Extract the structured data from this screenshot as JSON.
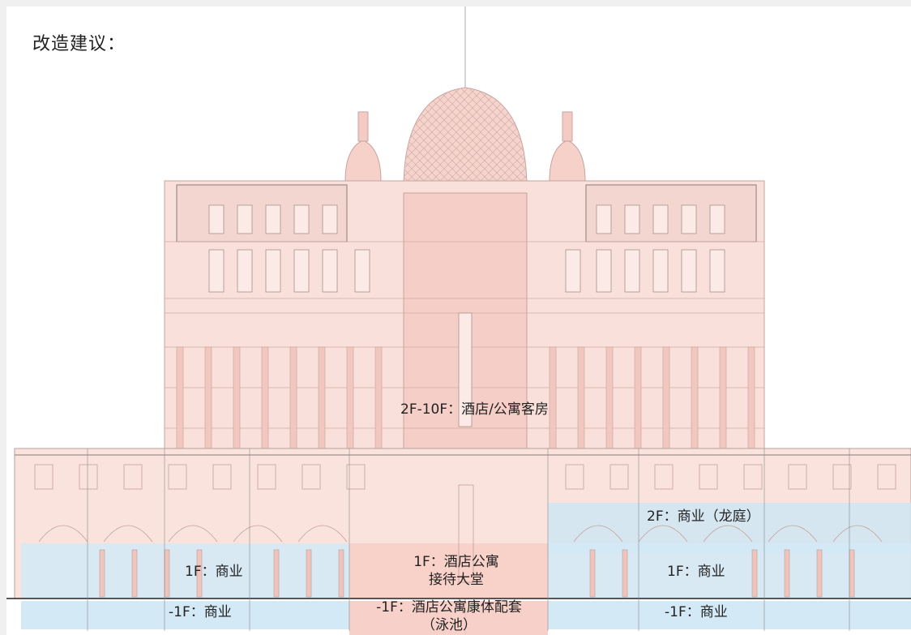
{
  "slide": {
    "title": "改造建议："
  },
  "zones": {
    "upper_floors": "2F-10F：酒店/公寓客房",
    "second_floor_right": "2F：商业（龙庭）",
    "first_left": "1F：商业",
    "first_center_line1": "1F：酒店公寓",
    "first_center_line2": "接待大堂",
    "first_right": "1F：商业",
    "basement_left": "-1F：商业",
    "basement_center_line1": "-1F：酒店公寓康体配套",
    "basement_center_line2": "（泳池）",
    "basement_right": "-1F：商业"
  },
  "colors": {
    "hotel_tint": "#f6c9c0",
    "commercial_tint": "#cfe6f4",
    "drawing_line": "#b9a6a2"
  }
}
